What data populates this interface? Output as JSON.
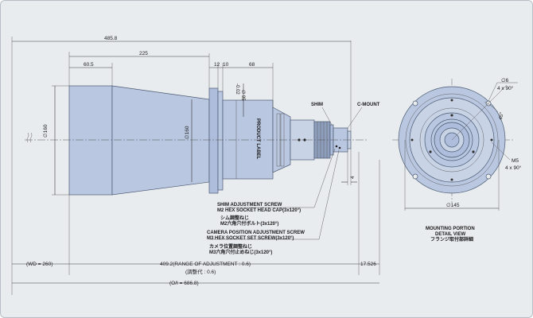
{
  "colors": {
    "background": "#e9ecef",
    "lens_body": "#b9c7e0",
    "lens_dark": "#8e9fbd",
    "ring": "#c9d3e6",
    "line": "#3a3a3a"
  },
  "dimensions": {
    "total_length": "485.8",
    "front_body": "225",
    "front_step": "60.5",
    "flange_a": "12",
    "flange_b": "10",
    "rear": "68",
    "dia_front": "∅160",
    "dia_mid": "∅160",
    "dia_rear_a": "∅ 95",
    "dia_rear_b": "-0.02",
    "shim_gap": "4",
    "wd": "(WD = 260)",
    "adjust_range": "409.2(RANGE OF ADJUSTMENT : 0.6)",
    "adjust_range_jp": "(調整代 : 0.6)",
    "back_len": "17.526",
    "oi": "(O/I = 686.8)"
  },
  "labels": {
    "product_label": "PRODUCT LABEL",
    "shim": "SHIM",
    "c_mount": "C-MOUNT",
    "shim_screw_1": "SHIM ADJUSTMENT SCREW",
    "shim_screw_2": "M2 HEX SOCKET HEAD CAP(3x120°)",
    "shim_screw_jp1": "シム調整ねじ",
    "shim_screw_jp2": "M2六角穴付ボルト(3x120°)",
    "cam_screw_1": "CAMERA POSITION ADJUSTMENT SCREW",
    "cam_screw_2": "M3 HEX SOCKET SET SCREW(3x120°)",
    "cam_screw_jp1": "カメラ位置調整ねじ",
    "cam_screw_jp2": "M3六角穴付止めねじ(3x120°)"
  },
  "detail_view": {
    "hole_dia": "∅6",
    "hole_count": "4 x 90°",
    "angle": "45°",
    "thread": "M5",
    "thread_count": "4 x 90°",
    "pcd": "∅145",
    "title_1": "MOUNTING PORTION",
    "title_2": "DETAIL VIEW",
    "title_jp": "フランジ取付部詳細"
  }
}
